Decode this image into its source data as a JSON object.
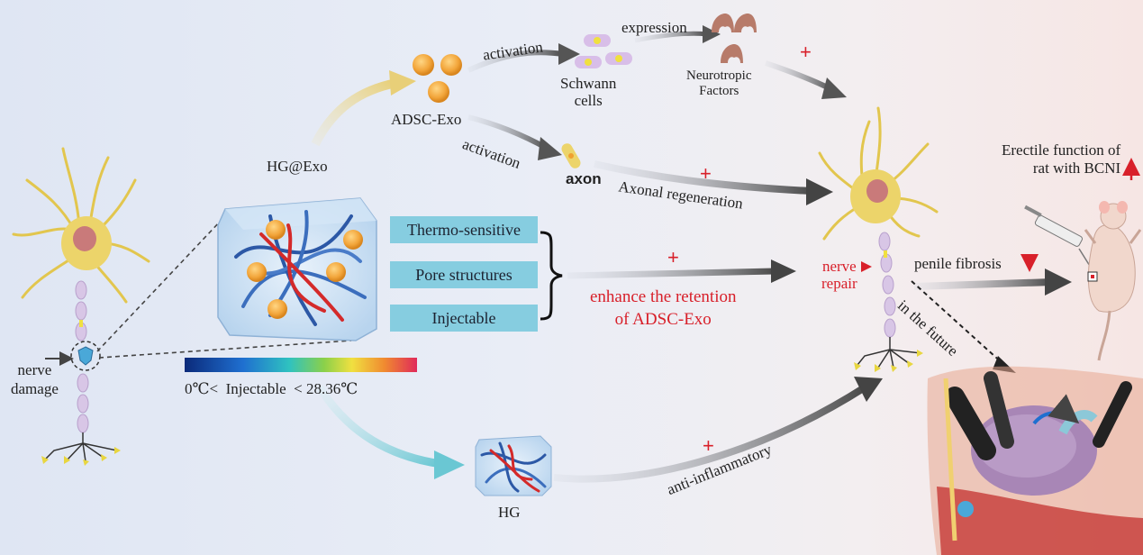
{
  "labels": {
    "hg_exo": "HG@Exo",
    "adsc_exo": "ADSC-Exo",
    "activation_top": "activation",
    "activation_mid": "activation",
    "schwann": "Schwann\ncells",
    "expression": "expression",
    "neurotropic": "Neurotropic\nFactors",
    "axon": "axon",
    "axonal_regeneration": "Axonal regeneration",
    "erectile": "Erectile function of\nrat with BCNI",
    "nerve_damage": "nerve\ndamage",
    "nerve_repair": "nerve\nrepair",
    "penile_fibrosis": "penile fibrosis",
    "in_the_future": "in the future",
    "enhance": "enhance the retention\nof ADSC-Exo",
    "temperature": "0℃<  Injectable  < 28.36℃",
    "hg": "HG",
    "anti_inflammatory": "anti-inflammatory",
    "plus": "+"
  },
  "property_boxes": [
    "Thermo-sensitive",
    "Pore structures",
    "Injectable"
  ],
  "colors": {
    "red": "#d8202a",
    "box": "#86cde0",
    "neuron": "#ecd46a",
    "exosome": "#f2a53a",
    "gradient": [
      "#0b2a7a",
      "#1f6fd0",
      "#2fc2c0",
      "#8bd04a",
      "#f0e040",
      "#f08a30",
      "#e02a5a"
    ]
  },
  "icons": [
    "neuron-icon",
    "exosome-icon",
    "schwann-cell-icon",
    "neurotropic-factor-icon",
    "axon-icon",
    "hydrogel-cube-icon",
    "rat-icon",
    "syringe-icon",
    "surgical-scene-icon"
  ]
}
